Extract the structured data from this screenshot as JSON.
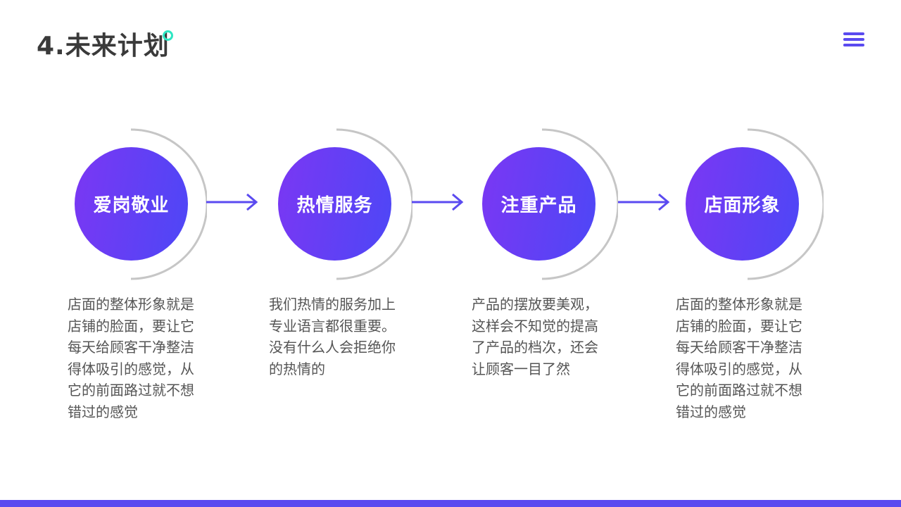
{
  "title": "4.未来计划",
  "colors": {
    "accent": "#5a4af0",
    "circle_gradient_start": "#7b37f3",
    "circle_gradient_end": "#4d47f6",
    "title_dot": "#2ee6c3",
    "arc": "#c6c6c6",
    "text": "#555555"
  },
  "menu_icon": "hamburger-menu-icon",
  "steps": [
    {
      "label": "爱岗敬业",
      "description": "店面的整体形象就是\n店铺的脸面，要让它\n每天给顾客干净整洁\n得体吸引的感觉，从\n它的前面路过就不想\n错过的感觉"
    },
    {
      "label": "热情服务",
      "description": "我们热情的服务加上\n专业语言都很重要。\n没有什么人会拒绝你\n的热情的"
    },
    {
      "label": "注重产品",
      "description": "产品的摆放要美观，\n这样会不知觉的提高\n了产品的档次，还会\n让顾客一目了然"
    },
    {
      "label": "店面形象",
      "description": "店面的整体形象就是\n店铺的脸面，要让它\n每天给顾客干净整洁\n得体吸引的感觉，从\n它的前面路过就不想\n错过的感觉"
    }
  ]
}
